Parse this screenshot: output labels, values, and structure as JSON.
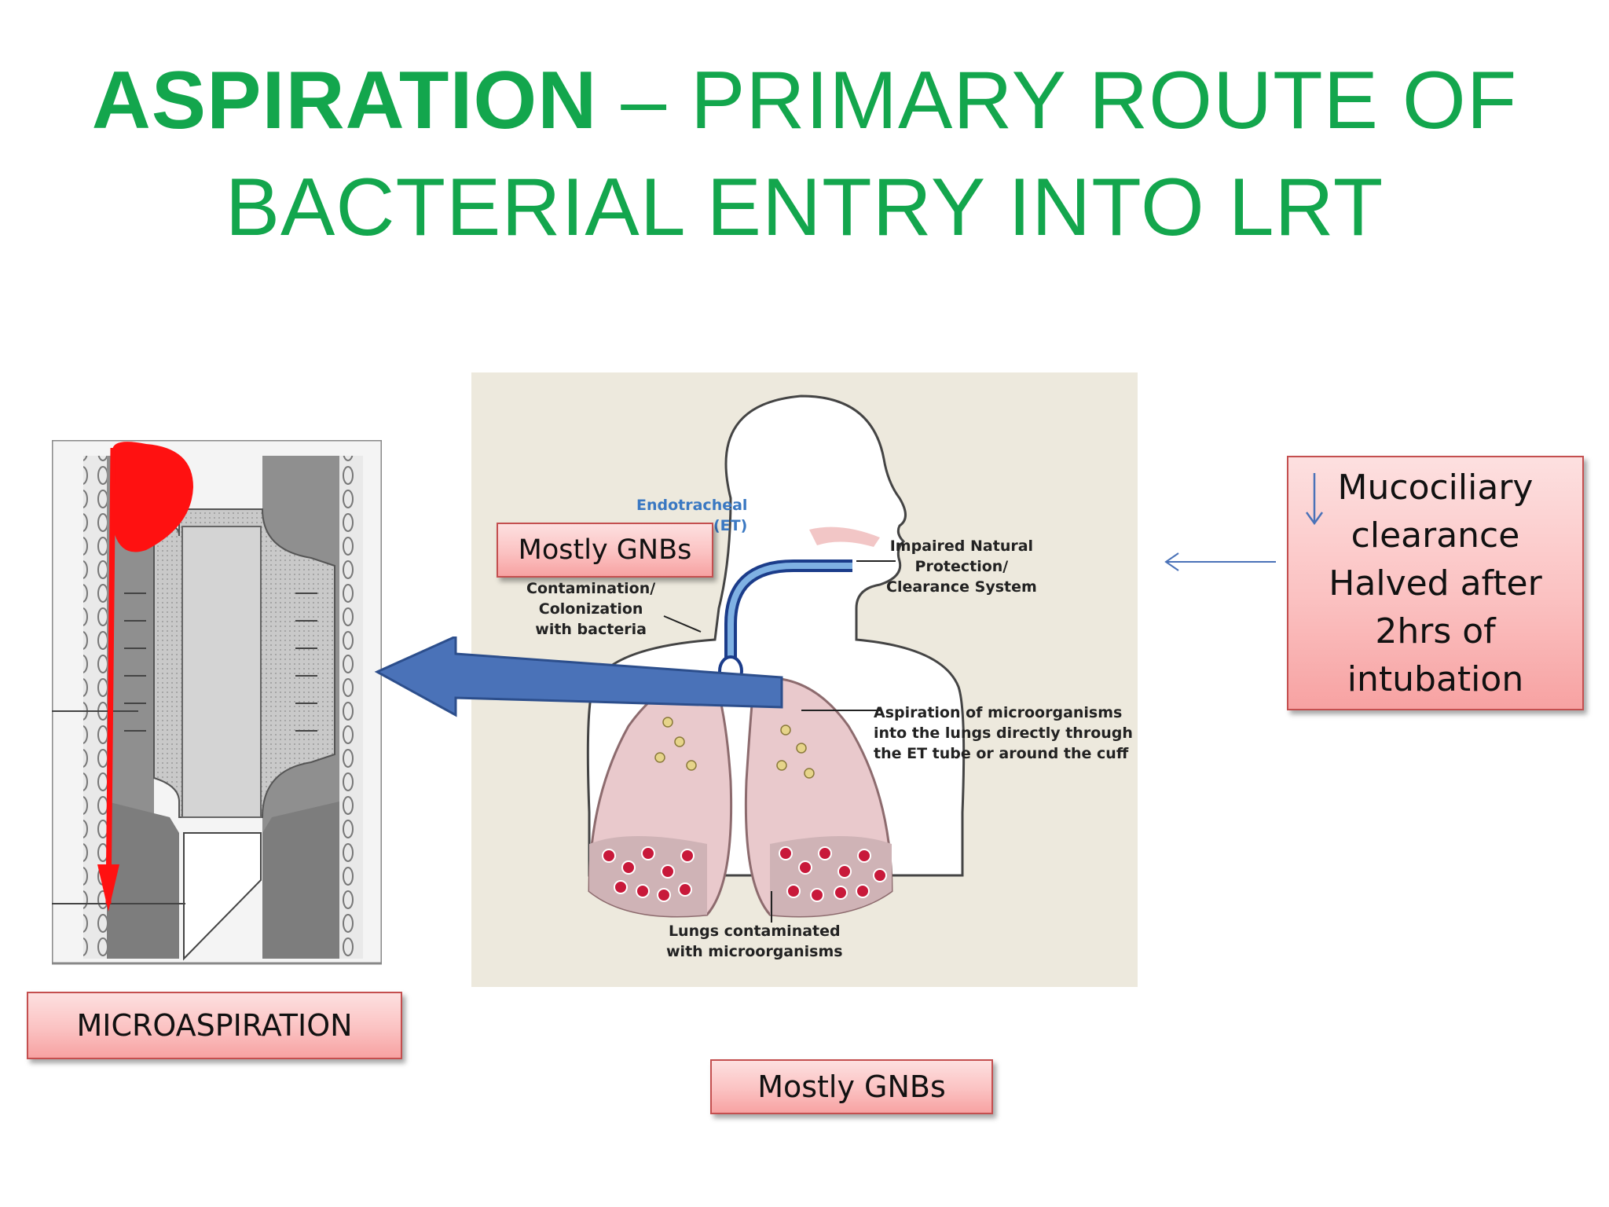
{
  "title": {
    "bold": "ASPIRATION",
    "rest_line1": " – PRIMARY ROUTE OF",
    "rest_line2": "BACTERIAL ENTRY INTO LRT"
  },
  "callouts": {
    "microaspiration": "MICROASPIRATION",
    "mostly_gnbs_bottom": "Mostly GNBs",
    "mostly_gnbs_top": "Mostly GNBs",
    "mucociliary": {
      "line1": "Mucociliary",
      "line2": "clearance",
      "line3": "Halved after",
      "line4": "2hrs of",
      "line5": "intubation"
    }
  },
  "diagram": {
    "endotracheal": "Endotracheal",
    "et": "(ET)",
    "contamination": "Contamination/\nColonization\nwith bacteria",
    "impaired": "Impaired Natural\nProtection/\nClearance System",
    "aspiration": "Aspiration of microorganisms\ninto the lungs directly through\nthe ET tube or around the cuff",
    "lungs": "Lungs contaminated\nwith microorganisms"
  },
  "colors": {
    "title_green": "#13a64d",
    "callout_pink": "#fbc2c2",
    "big_arrow_blue": "#4a72b8",
    "red_marker": "#ff1111"
  }
}
